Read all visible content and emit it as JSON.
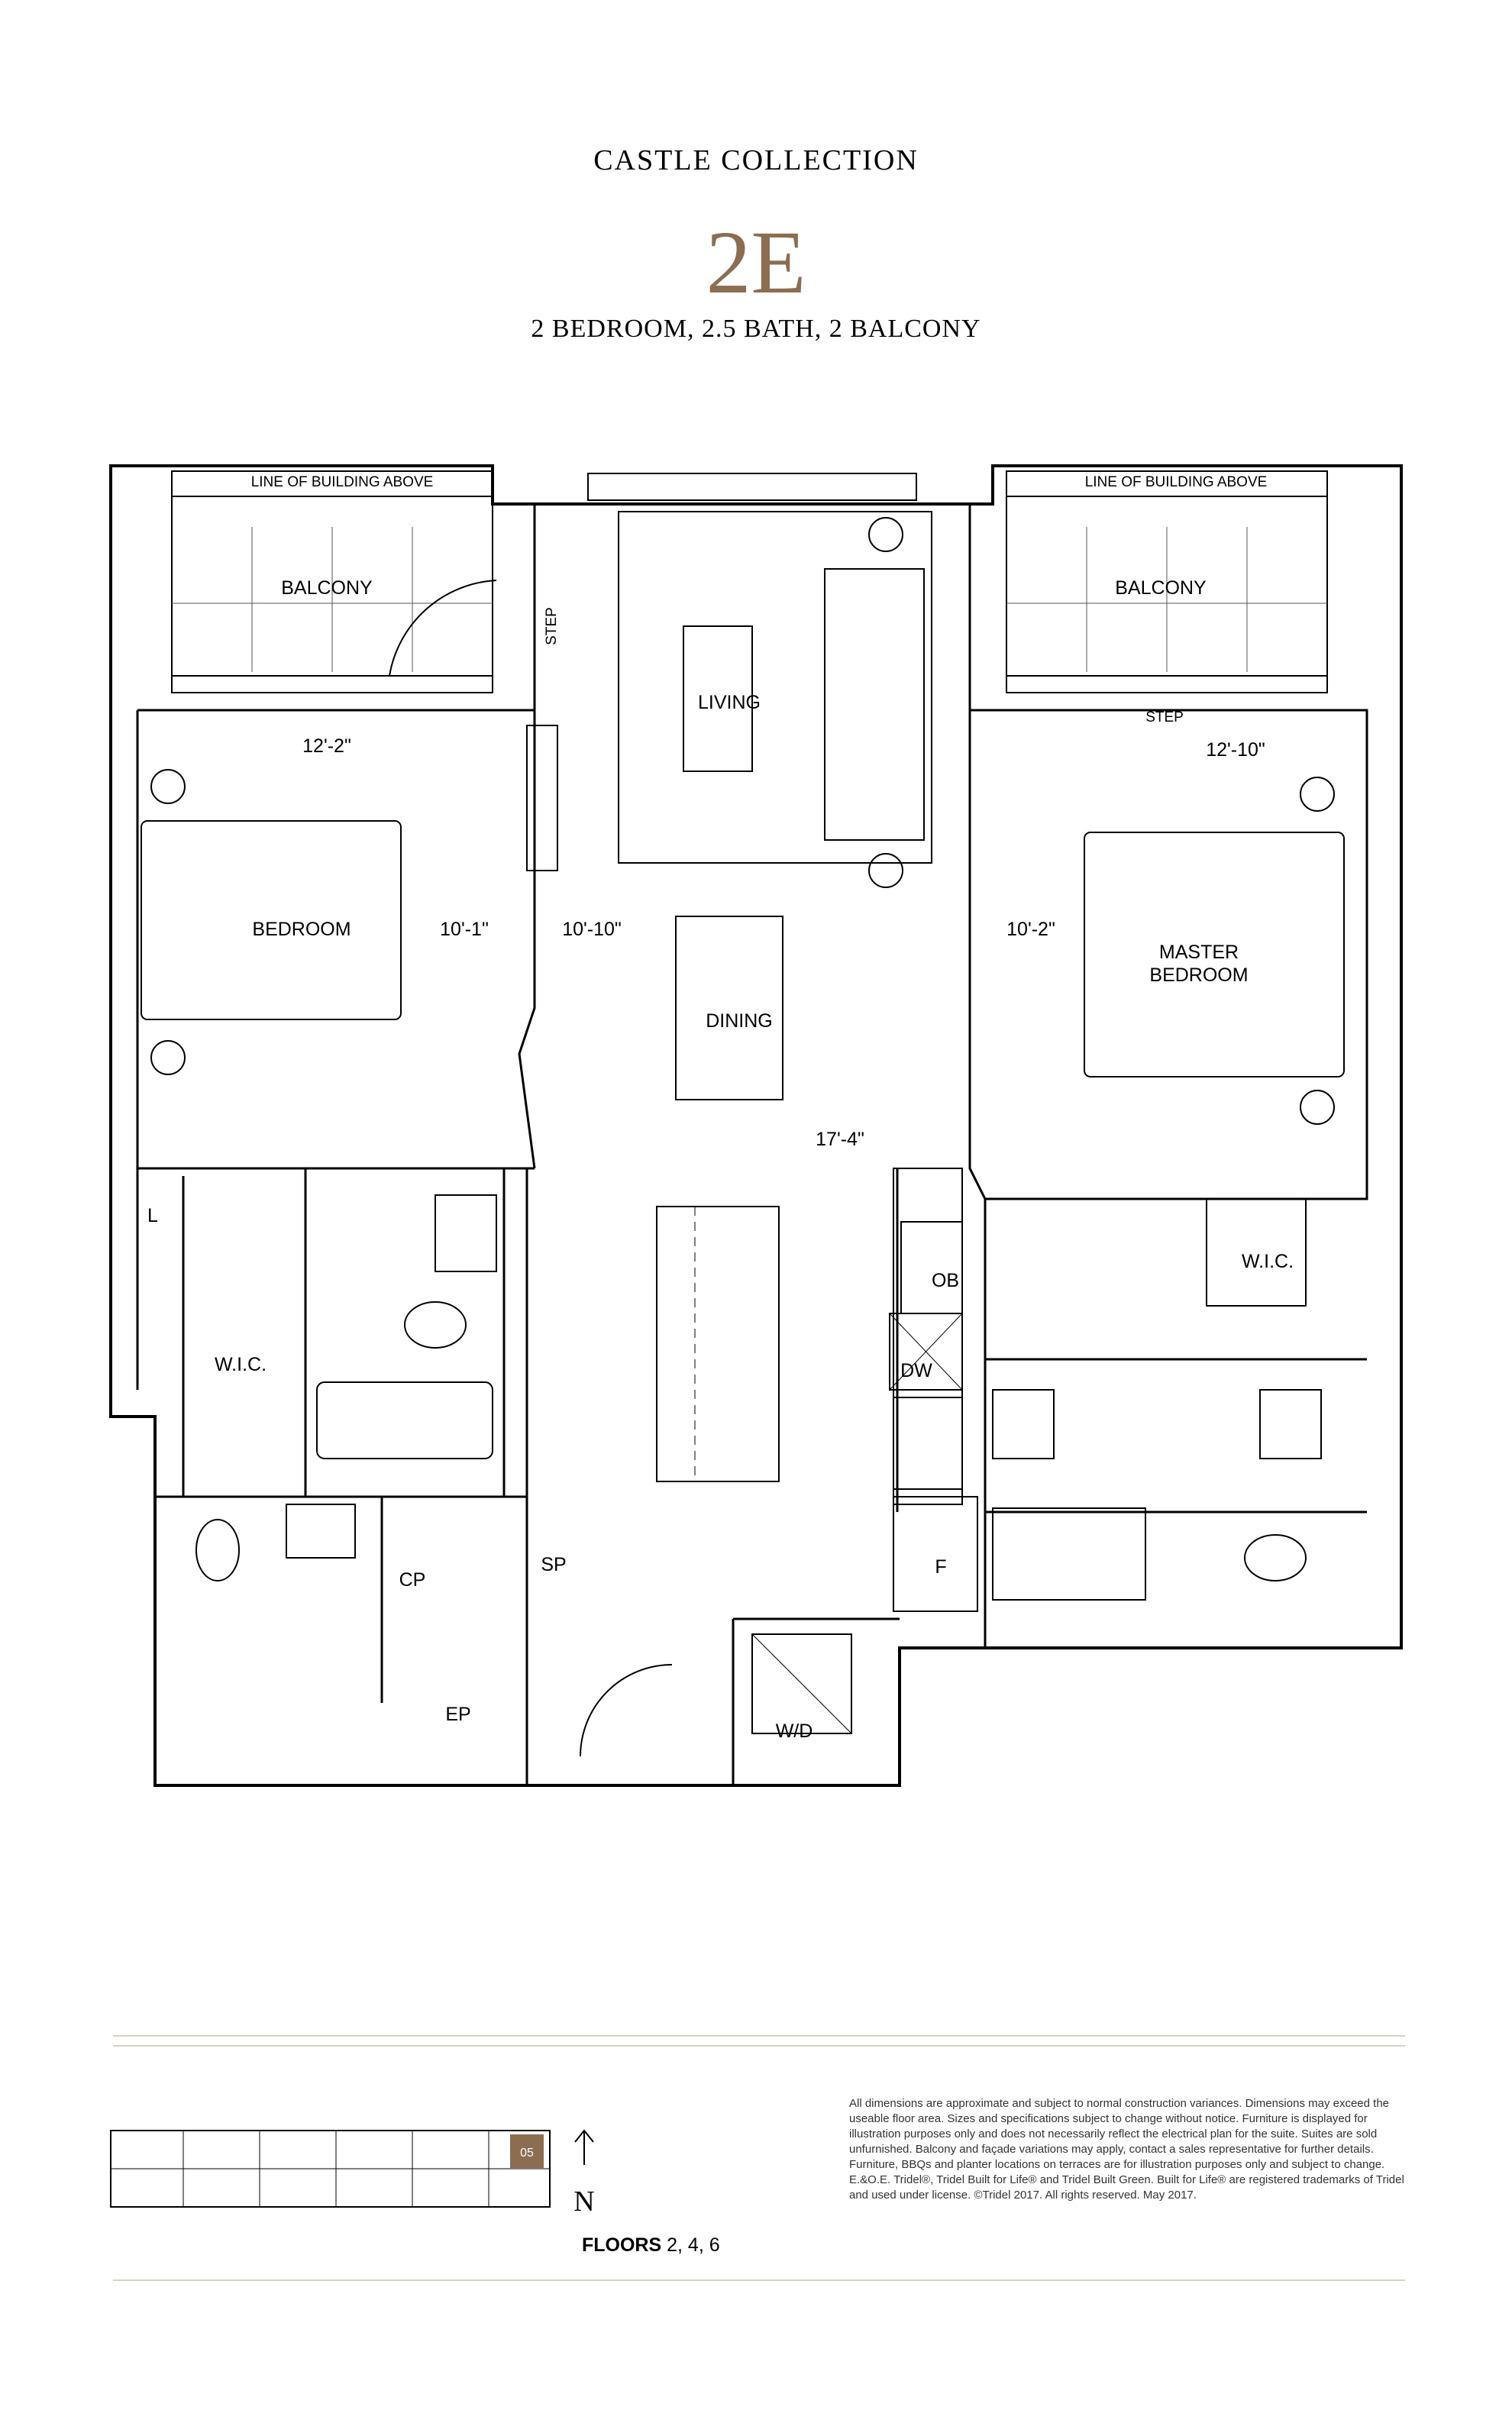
{
  "header": {
    "collection": "CASTLE COLLECTION",
    "suite": "2E",
    "description": "2 BEDROOM, 2.5 BATH, 2 BALCONY"
  },
  "plan": {
    "rooms": {
      "line_above_left": "LINE OF BUILDING ABOVE",
      "line_above_right": "LINE OF BUILDING ABOVE",
      "balcony_left": "BALCONY",
      "balcony_right": "BALCONY",
      "step_left": "STEP",
      "step_right": "STEP",
      "living": "LIVING",
      "bedroom": "BEDROOM",
      "dining": "DINING",
      "master_1": "MASTER",
      "master_2": "BEDROOM",
      "wic_left": "W.I.C.",
      "wic_right": "W.I.C.",
      "linen": "L",
      "ob": "OB",
      "dw": "DW",
      "fridge": "F",
      "cp": "CP",
      "sp": "SP",
      "ep": "EP",
      "wd": "W/D"
    },
    "dimensions": {
      "bedroom_w": "12'-2\"",
      "bedroom_d": "10'-1\"",
      "living_w": "10'-10\"",
      "dining_l": "17'-4\"",
      "master_w": "12'-10\"",
      "master_d": "10'-2\""
    }
  },
  "keyplan": {
    "suite_number": "05",
    "north": "N",
    "floors_label": "FLOORS",
    "floors_values": "2, 4, 6"
  },
  "disclaimer": "All dimensions are approximate and subject to normal construction variances. Dimensions may exceed the useable floor area. Sizes and specifications subject to change without notice. Furniture is displayed for illustration purposes only and does not necessarily reflect the electrical plan for the suite. Suites are sold unfurnished. Balcony and façade variations may apply, contact a sales representative for further details. Furniture, BBQs and planter locations on terraces are for illustration purposes only and subject to change. E.&O.E. Tridel®, Tridel Built for Life® and Tridel Built Green. Built for Life® are registered trademarks of Tridel and used under license. ©Tridel 2017. All rights reserved. May 2017.",
  "colors": {
    "accent": "#8c6d4f",
    "keyplan_highlight": "#8c6d4f",
    "rule": "#d8d2c4"
  }
}
